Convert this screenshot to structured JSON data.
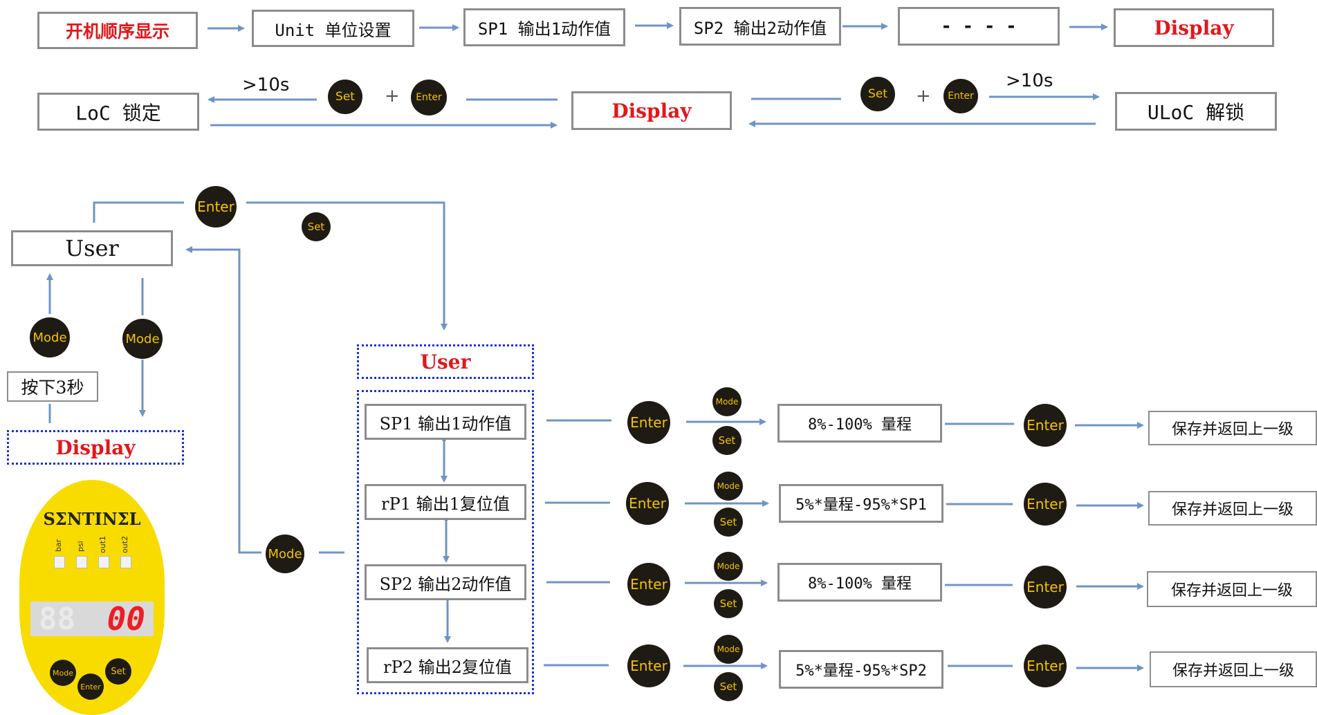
{
  "colors": {
    "arrow": "#6f94c4",
    "box_border": "#8c8c8c",
    "accent_red": "#e3161b",
    "dotted_blue": "#1b2ee0",
    "button_bg": "#1e1a14",
    "button_text": "#f4c400",
    "device_yellow": "#f8dc00"
  },
  "row1": {
    "boot": "开机顺序显示",
    "unit": "Unit 单位设置",
    "sp1": "SP1 输出1动作值",
    "sp2": "SP2 输出2动作值",
    "dashes": "- - - -",
    "display": "Display"
  },
  "row2": {
    "loc": "LoC 锁定",
    "display": "Display",
    "uloc": "ULoC 解锁",
    "gt10s": ">10s",
    "plus": "+",
    "set": "Set",
    "enter": "Enter"
  },
  "user_section": {
    "user_box": "User",
    "enter": "Enter",
    "set": "Set",
    "mode": "Mode",
    "press3s": "按下3秒",
    "display_dotted": "Display",
    "user_dotted": "User",
    "menu": [
      "SP1 输出1动作值",
      "rP1 输出1复位值",
      "SP2 输出2动作值",
      "rP2 输出2复位值"
    ],
    "ranges": [
      "8%-100% 量程",
      "5%*量程-95%*SP1",
      "8%-100% 量程",
      "5%*量程-95%*SP2"
    ],
    "save": "保存并返回上一级"
  },
  "device": {
    "brand": "SΣNTINΣL",
    "indicators": [
      "bar",
      "psi",
      "out1",
      "out2"
    ],
    "readout": "00",
    "buttons": [
      "Mode",
      "Enter",
      "Set"
    ]
  }
}
